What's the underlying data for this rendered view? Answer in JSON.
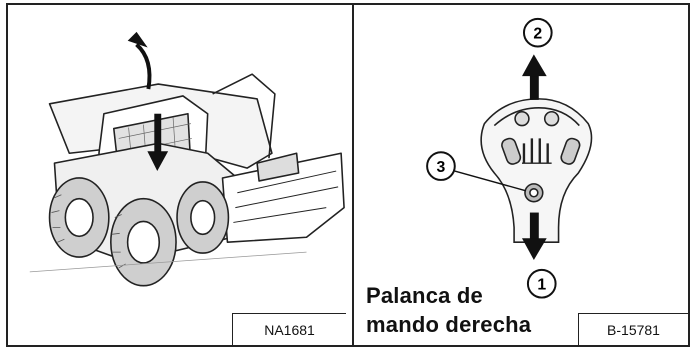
{
  "figures": [
    {
      "id": "left",
      "label": "NA1681",
      "illustration": "skid-steer-loader-icon"
    },
    {
      "id": "right",
      "label": "B-15781",
      "illustration": "right-joystick-icon",
      "caption_line1": "Palanca de",
      "caption_line2": "mando derecha",
      "callouts": [
        "1",
        "2",
        "3"
      ]
    }
  ]
}
